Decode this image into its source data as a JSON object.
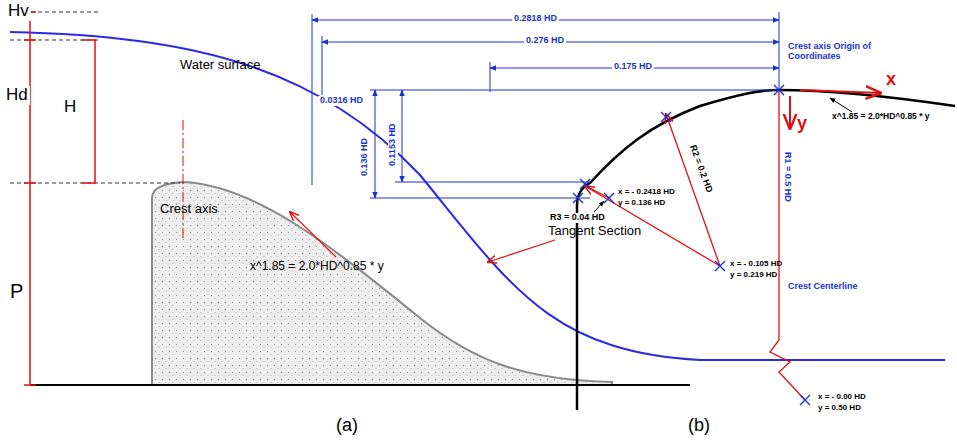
{
  "diagram": {
    "labels": [
      "Hv",
      "Hd",
      "H",
      "P",
      "Water surface",
      "Crest axis",
      "x^1.85 = 2.0*HD^0.85 * y",
      "Tangent Section",
      "(a)",
      "0.2818 HD",
      "0.276 HD",
      "0.175 HD",
      "Crest axis Origin of Coordinates",
      "x",
      "y",
      "0.0316 HD",
      "0.136 HD",
      "0.1153 HD",
      "x = - 0.2418 HD",
      "y = 0.136 HD",
      "R3 = 0.04 HD",
      "R2 = 0.2 HD",
      "R1 = 0.5 HD",
      "Crest Centerline",
      "x^1.85 = 2.0*HD^0.85 * y",
      "x = - 0.105 HD",
      "y = 0.219 HD",
      "x = - 0.00 HD",
      "y = 0.50 HD",
      "(b)"
    ]
  }
}
